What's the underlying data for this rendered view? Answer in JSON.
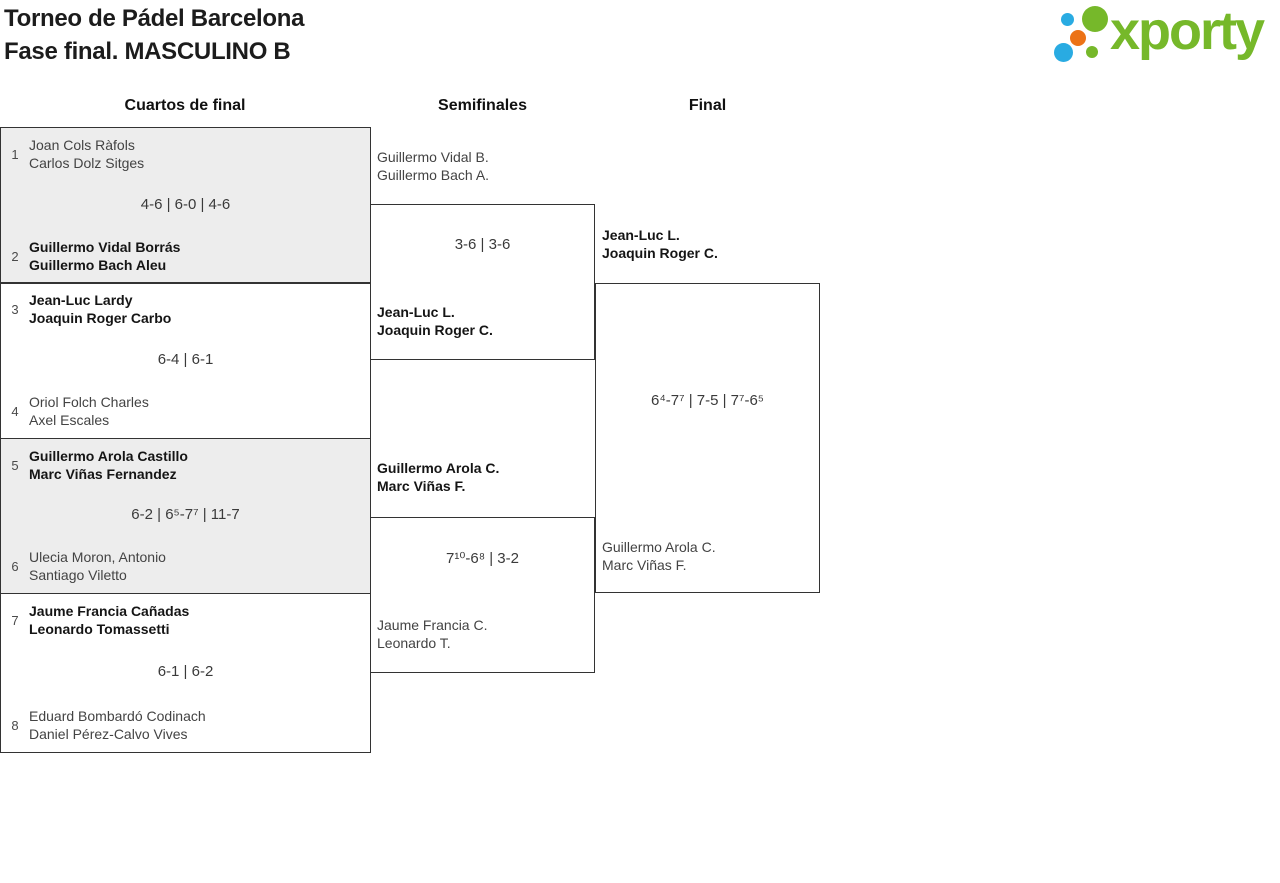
{
  "header": {
    "title_line1": "Torneo de Pádel Barcelona",
    "title_line2": "Fase final. MASCULINO B",
    "logo_text": "xporty"
  },
  "colors": {
    "brand_green": "#76b82a",
    "brand_blue": "#29abe2",
    "brand_orange": "#ec7316",
    "line": "#333333",
    "shade_bg": "#ededed"
  },
  "round_headers": {
    "quarterfinals": "Cuartos de final",
    "semifinals": "Semifinales",
    "final": "Final"
  },
  "bracket": {
    "quarterfinals": [
      {
        "seed1": "1",
        "team1_line1": "Joan Cols Ràfols",
        "team1_line2": "Carlos Dolz Sitges",
        "score": "4-6 | 6-0 | 4-6",
        "seed2": "2",
        "team2_line1": "Guillermo Vidal Borrás",
        "team2_line2": "Guillermo Bach Aleu",
        "winner": "team2"
      },
      {
        "seed1": "3",
        "team1_line1": "Jean-Luc Lardy",
        "team1_line2": "Joaquin Roger Carbo",
        "score": "6-4 | 6-1",
        "seed2": "4",
        "team2_line1": "Oriol Folch Charles",
        "team2_line2": "Axel Escales",
        "winner": "team1"
      },
      {
        "seed1": "5",
        "team1_line1": "Guillermo Arola Castillo",
        "team1_line2": "Marc Viñas Fernandez",
        "score": "6-2 | 6⁵-7⁷ | 11-7",
        "seed2": "6",
        "team2_line1": "Ulecia Moron, Antonio",
        "team2_line2": "Santiago Viletto",
        "winner": "team1"
      },
      {
        "seed1": "7",
        "team1_line1": "Jaume Francia Cañadas",
        "team1_line2": "Leonardo Tomassetti",
        "score": "6-1 | 6-2",
        "seed2": "8",
        "team2_line1": "Eduard Bombardó Codinach",
        "team2_line2": "Daniel Pérez-Calvo Vives",
        "winner": "team1"
      }
    ],
    "semifinals": [
      {
        "team1_line1": "Guillermo Vidal B.",
        "team1_line2": "Guillermo Bach A.",
        "score": "3-6 | 3-6",
        "team2_line1": "Jean-Luc L.",
        "team2_line2": "Joaquin Roger C.",
        "winner": "team2"
      },
      {
        "team1_line1": "Guillermo Arola C.",
        "team1_line2": "Marc Viñas F.",
        "score": "7¹⁰-6⁸ | 3-2",
        "team2_line1": "Jaume Francia C.",
        "team2_line2": "Leonardo T.",
        "winner": "team1"
      }
    ],
    "final": {
      "team1_line1": "Jean-Luc L.",
      "team1_line2": "Joaquin Roger C.",
      "score": "6⁴-7⁷ | 7-5 | 7⁷-6⁵",
      "team2_line1": "Guillermo Arola C.",
      "team2_line2": "Marc Viñas F.",
      "winner": "team1"
    }
  }
}
